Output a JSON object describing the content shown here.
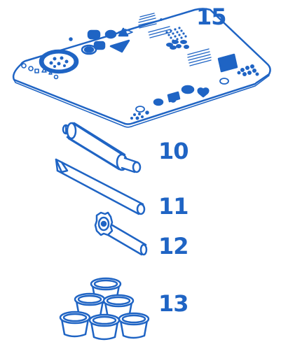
{
  "colors": {
    "ink": "#1f64c4",
    "paper": "#ffffff"
  },
  "parts": [
    {
      "id": "mat",
      "number": "15"
    },
    {
      "id": "rolling-pin",
      "number": "10"
    },
    {
      "id": "stick",
      "number": "11"
    },
    {
      "id": "cutter-wheel",
      "number": "12"
    },
    {
      "id": "dough-pots",
      "number": "13"
    }
  ]
}
